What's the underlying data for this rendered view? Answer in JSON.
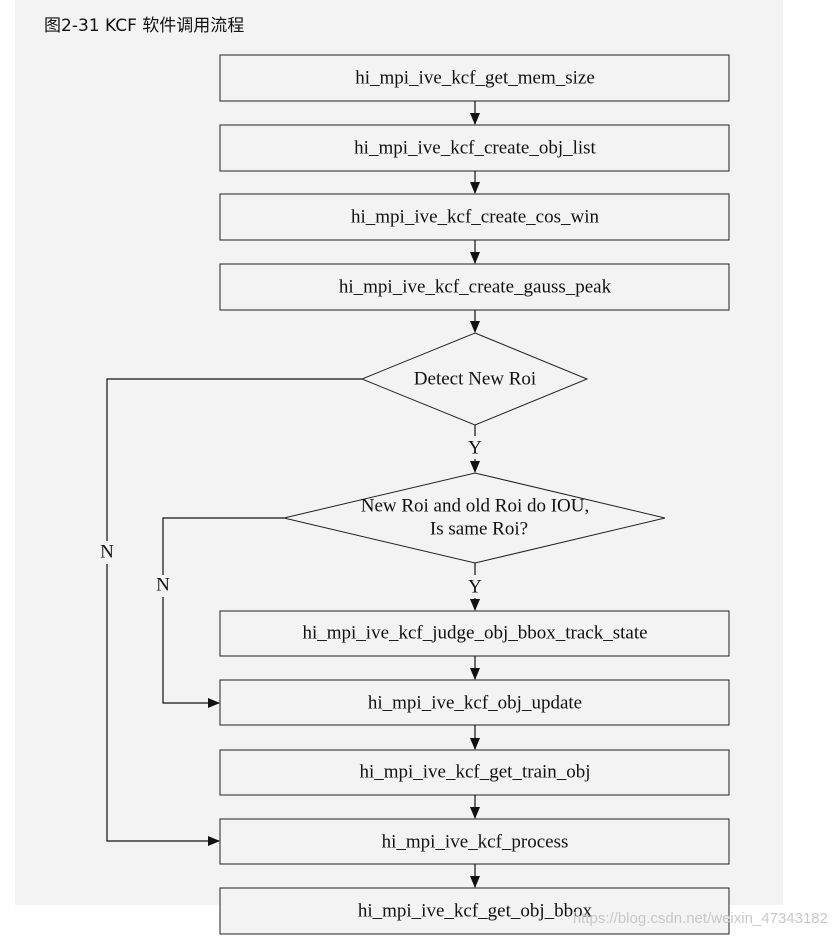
{
  "caption": "图2-31 KCF 软件调用流程",
  "nodes": {
    "get_mem_size": "hi_mpi_ive_kcf_get_mem_size",
    "create_obj_list": "hi_mpi_ive_kcf_create_obj_list",
    "create_cos_win": "hi_mpi_ive_kcf_create_cos_win",
    "create_gauss_peak": "hi_mpi_ive_kcf_create_gauss_peak",
    "detect_new_roi": "Detect New Roi",
    "iou_line1": "New Roi and old Roi do IOU,",
    "iou_line2": "Is same Roi?",
    "judge_track_state": "hi_mpi_ive_kcf_judge_obj_bbox_track_state",
    "obj_update": "hi_mpi_ive_kcf_obj_update",
    "get_train_obj": "hi_mpi_ive_kcf_get_train_obj",
    "process": "hi_mpi_ive_kcf_process",
    "get_obj_bbox": "hi_mpi_ive_kcf_get_obj_bbox"
  },
  "edge_labels": {
    "yes": "Y",
    "no": "N"
  },
  "watermark": "https://blog.csdn.net/weixin_47343182"
}
